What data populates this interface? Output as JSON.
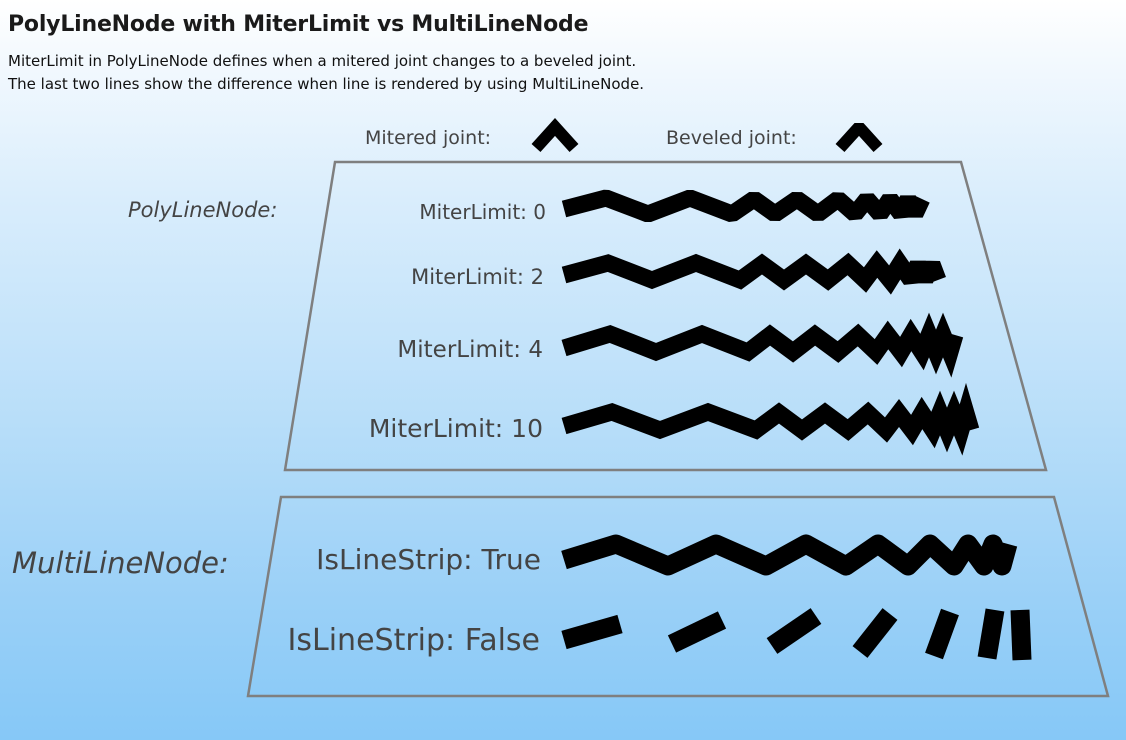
{
  "header": {
    "title": "PolyLineNode with MiterLimit vs MultiLineNode",
    "description_line1": "MiterLimit in PolyLineNode defines when a mitered joint changes to a beveled joint.",
    "description_line2": "The last two lines show the difference when line is rendered by using MultiLineNode."
  },
  "joints": {
    "mitered_label": "Mitered joint:",
    "beveled_label": "Beveled joint:"
  },
  "polyline_section": {
    "label": "PolyLineNode:",
    "rows": [
      {
        "label": "MiterLimit: 0"
      },
      {
        "label": "MiterLimit: 2"
      },
      {
        "label": "MiterLimit: 4"
      },
      {
        "label": "MiterLimit: 10"
      }
    ]
  },
  "multiline_section": {
    "label": "MultiLineNode:",
    "rows": [
      {
        "label": "IsLineStrip: True"
      },
      {
        "label": "IsLineStrip: False"
      }
    ]
  },
  "colors": {
    "line": "#000000",
    "panel_border": "#7f7f7f",
    "label_text": "#444444"
  }
}
